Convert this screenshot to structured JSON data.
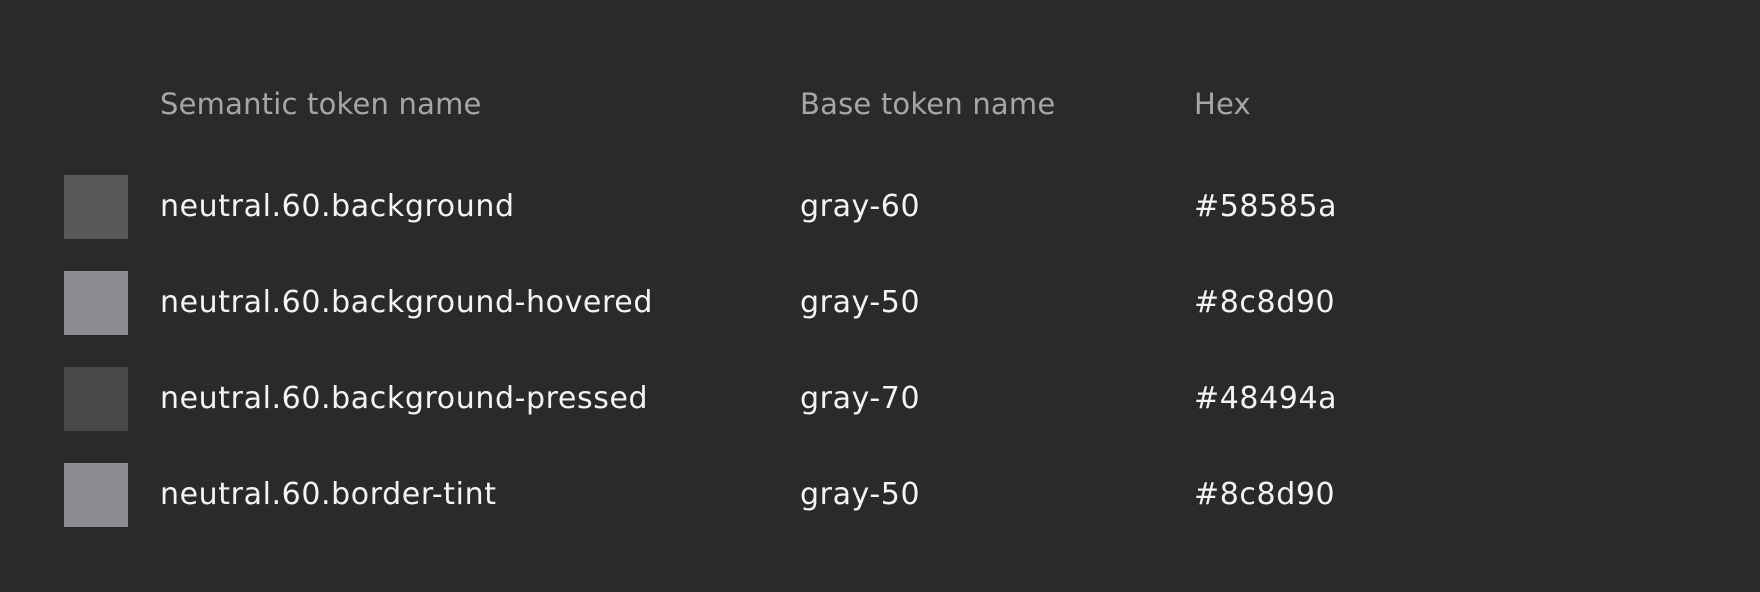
{
  "table": {
    "headers": {
      "semantic": "Semantic token name",
      "base": "Base token name",
      "hex": "Hex"
    },
    "rows": [
      {
        "semantic": "neutral.60.background",
        "base": "gray-60",
        "hex": "#58585a",
        "swatch_color": "#58585a"
      },
      {
        "semantic": "neutral.60.background-hovered",
        "base": "gray-50",
        "hex": "#8c8d90",
        "swatch_color": "#8c8d90"
      },
      {
        "semantic": "neutral.60.background-pressed",
        "base": "gray-70",
        "hex": "#48494a",
        "swatch_color": "#48494a"
      },
      {
        "semantic": "neutral.60.border-tint",
        "base": "gray-50",
        "hex": "#8c8d90",
        "swatch_color": "#8c8d90"
      }
    ]
  }
}
